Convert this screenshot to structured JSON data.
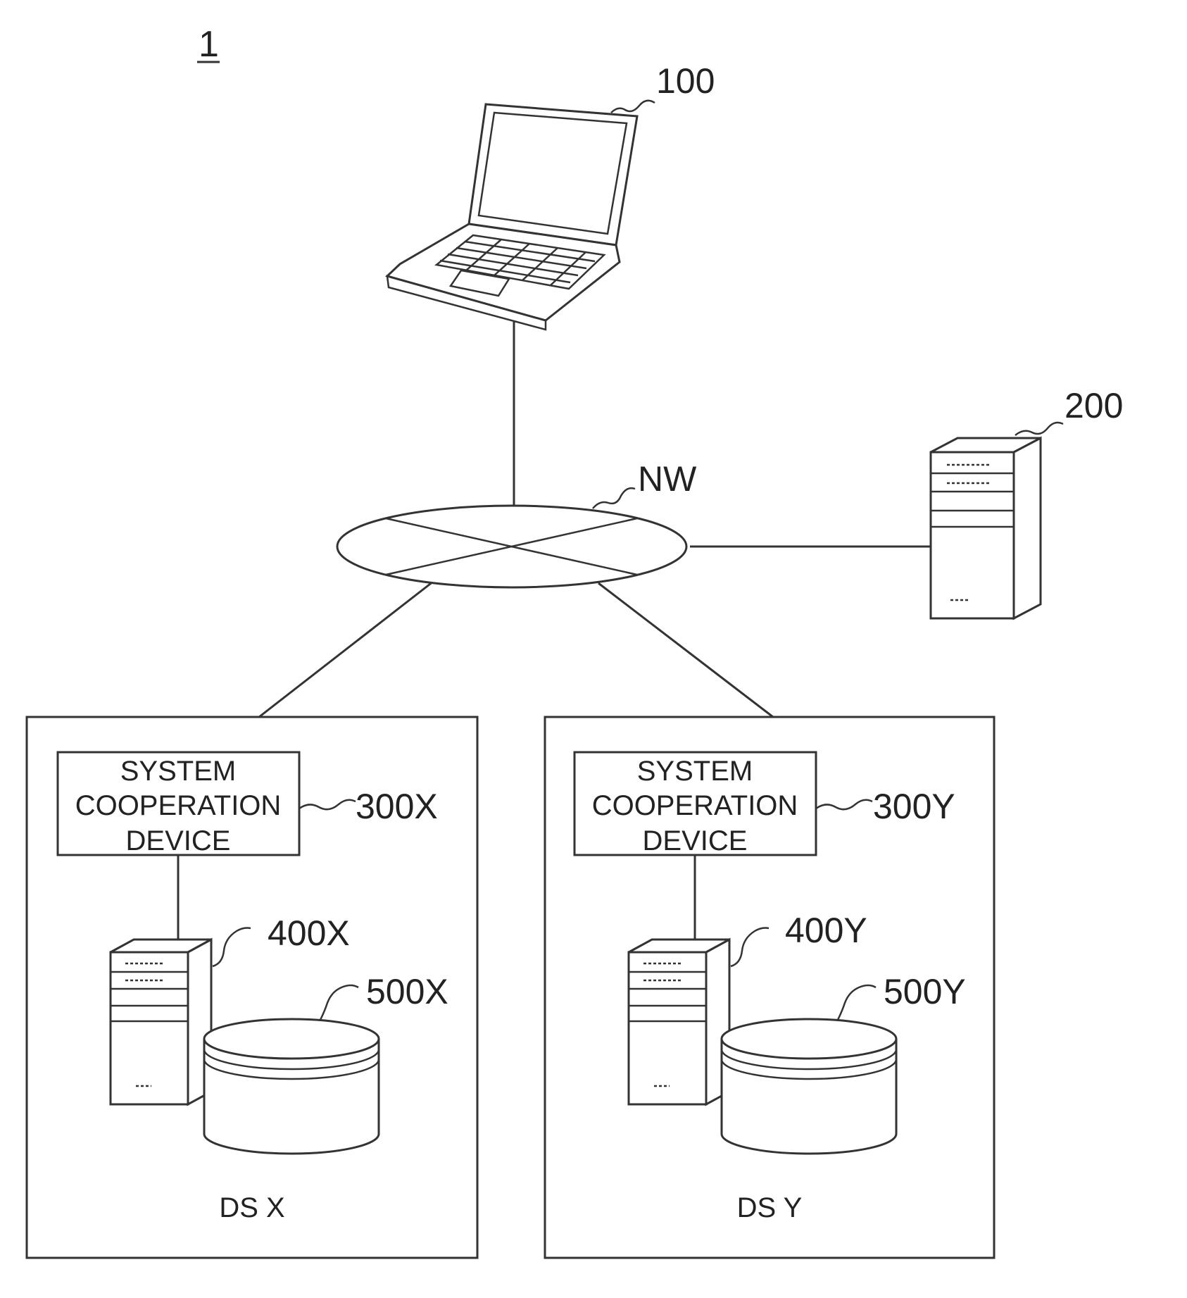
{
  "figure": {
    "number": "1"
  },
  "laptop": {
    "ref": "100"
  },
  "server_main": {
    "ref": "200"
  },
  "network": {
    "ref": "NW"
  },
  "site_x": {
    "name": "DS X",
    "coop_device": {
      "lines": [
        "SYSTEM",
        "COOPERATION",
        "DEVICE"
      ],
      "ref": "300X"
    },
    "server": {
      "ref": "400X"
    },
    "storage": {
      "ref": "500X"
    }
  },
  "site_y": {
    "name": "DS Y",
    "coop_device": {
      "lines": [
        "SYSTEM",
        "COOPERATION",
        "DEVICE"
      ],
      "ref": "300Y"
    },
    "server": {
      "ref": "400Y"
    },
    "storage": {
      "ref": "500Y"
    }
  }
}
